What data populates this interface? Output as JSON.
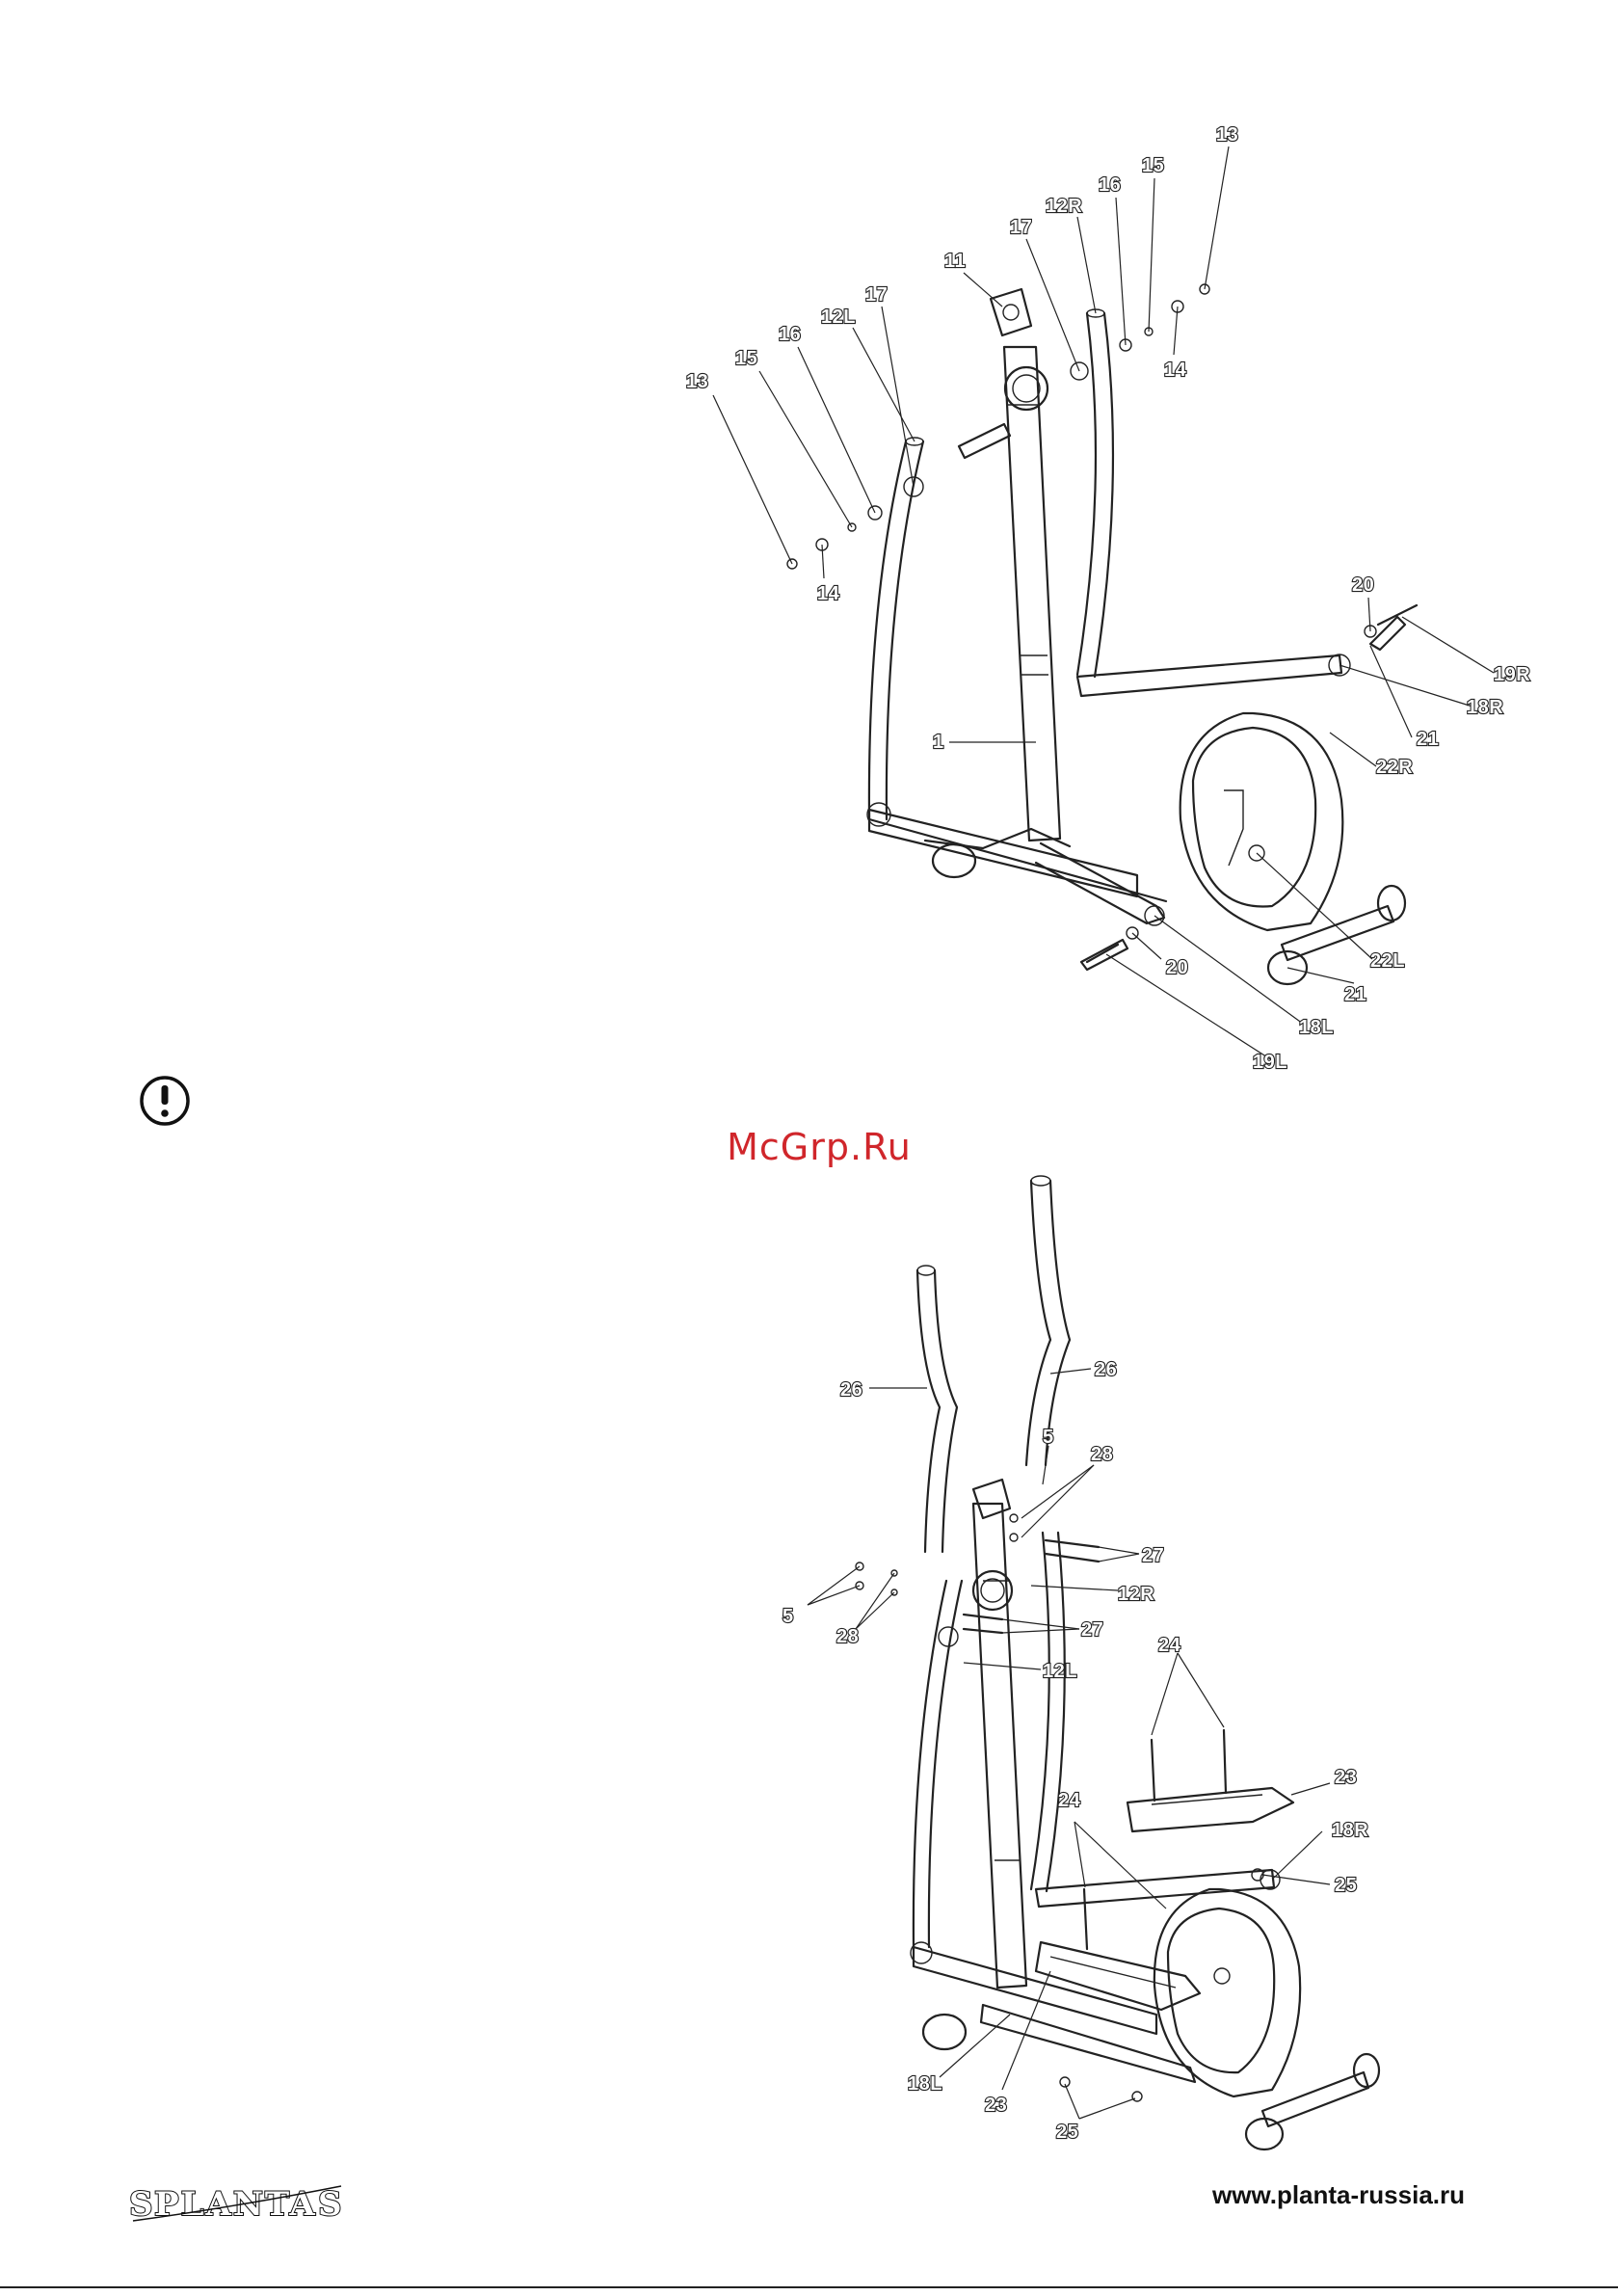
{
  "watermark": "McGrp.Ru",
  "brand": {
    "logo_text": "PLANTA",
    "logo_mark_left": "S",
    "logo_mark_right": "S",
    "url": "www.planta-russia.ru"
  },
  "warning_icon": "exclamation-circle-icon",
  "diagram_top": {
    "labels": [
      {
        "id": "13a",
        "text": "13"
      },
      {
        "id": "15a",
        "text": "15"
      },
      {
        "id": "16a",
        "text": "16"
      },
      {
        "id": "12L",
        "text": "12L"
      },
      {
        "id": "17a",
        "text": "17"
      },
      {
        "id": "11",
        "text": "11"
      },
      {
        "id": "17b",
        "text": "17"
      },
      {
        "id": "12R",
        "text": "12R"
      },
      {
        "id": "16b",
        "text": "16"
      },
      {
        "id": "15b",
        "text": "15"
      },
      {
        "id": "13b",
        "text": "13"
      },
      {
        "id": "14a",
        "text": "14"
      },
      {
        "id": "14b",
        "text": "14"
      },
      {
        "id": "20a",
        "text": "20"
      },
      {
        "id": "19R",
        "text": "19R"
      },
      {
        "id": "18R",
        "text": "18R"
      },
      {
        "id": "21a",
        "text": "21"
      },
      {
        "id": "22R",
        "text": "22R"
      },
      {
        "id": "1",
        "text": "1"
      },
      {
        "id": "22L",
        "text": "22L"
      },
      {
        "id": "20b",
        "text": "20"
      },
      {
        "id": "21b",
        "text": "21"
      },
      {
        "id": "18L",
        "text": "18L"
      },
      {
        "id": "19L",
        "text": "19L"
      }
    ]
  },
  "diagram_bottom": {
    "labels": [
      {
        "id": "26a",
        "text": "26"
      },
      {
        "id": "26b",
        "text": "26"
      },
      {
        "id": "5a",
        "text": "5"
      },
      {
        "id": "28a",
        "text": "28"
      },
      {
        "id": "27a",
        "text": "27"
      },
      {
        "id": "5b",
        "text": "5"
      },
      {
        "id": "28b",
        "text": "28"
      },
      {
        "id": "12R",
        "text": "12R"
      },
      {
        "id": "27b",
        "text": "27"
      },
      {
        "id": "12L",
        "text": "12L"
      },
      {
        "id": "24a",
        "text": "24"
      },
      {
        "id": "23a",
        "text": "23"
      },
      {
        "id": "18R",
        "text": "18R"
      },
      {
        "id": "25a",
        "text": "25"
      },
      {
        "id": "24b",
        "text": "24"
      },
      {
        "id": "18L",
        "text": "18L"
      },
      {
        "id": "23b",
        "text": "23"
      },
      {
        "id": "25b",
        "text": "25"
      }
    ]
  }
}
